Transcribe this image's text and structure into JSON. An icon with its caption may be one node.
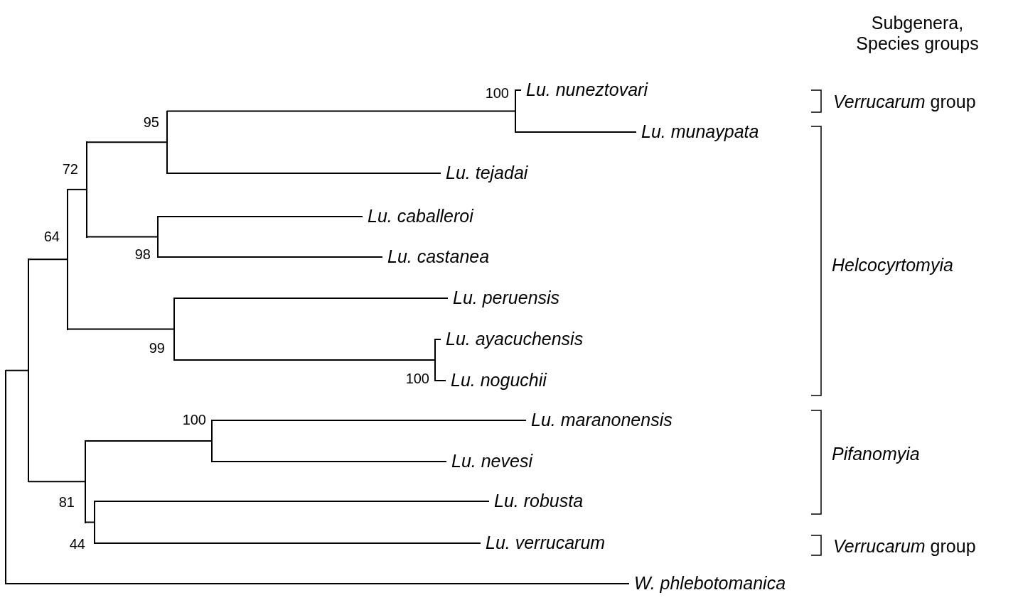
{
  "diagram": {
    "nodes": [
      {
        "text": [],
        "shape": "bar"
      },
      {
        "text": [],
        "shape": "bar"
      },
      {
        "text": [],
        "shape": "bar",
        "beside": [
          "64"
        ]
      },
      {
        "text": [],
        "shape": "bar",
        "beside": [
          "72"
        ]
      },
      {
        "text": [],
        "shape": "bar",
        "beside": [
          "95"
        ]
      },
      {
        "text": [],
        "shape": "bar",
        "beside": [
          "100"
        ]
      },
      {
        "text": [
          "Lu. nuneztovari"
        ]
      },
      {
        "text": [
          "Lu. munaypata"
        ]
      },
      {
        "text": [
          "Lu. tejadai"
        ]
      },
      {
        "text": [],
        "shape": "bar",
        "beside": [
          "98"
        ]
      },
      {
        "text": [
          "Lu. caballeroi"
        ]
      },
      {
        "text": [
          "Lu. castanea"
        ]
      },
      {
        "text": [],
        "shape": "bar",
        "beside": [
          "99"
        ]
      },
      {
        "text": [
          "Lu. peruensis"
        ]
      },
      {
        "text": [],
        "shape": "bar",
        "beside": [
          "100"
        ]
      },
      {
        "text": [
          "Lu. ayacuchensis"
        ]
      },
      {
        "text": [
          "Lu. noguchii"
        ]
      },
      {
        "text": [],
        "shape": "bar",
        "beside": [
          "81"
        ]
      },
      {
        "text": [],
        "shape": "bar",
        "beside": [
          "100"
        ]
      },
      {
        "text": [
          "Lu. maranonensis"
        ]
      },
      {
        "text": [
          "Lu. nevesi"
        ]
      },
      {
        "text": [],
        "shape": "bar",
        "beside": [
          "44"
        ]
      },
      {
        "text": [
          "Lu. robusta"
        ]
      },
      {
        "text": [
          "Lu. verrucarum"
        ]
      },
      {
        "text": [
          "W. phlebotomanica"
        ]
      }
    ],
    "edges": [
      {
        "from": 0,
        "to": 1,
        "arrow": "none"
      },
      {
        "from": 0,
        "to": 24,
        "arrow": "none"
      },
      {
        "from": 1,
        "to": 2,
        "arrow": "none"
      },
      {
        "from": 1,
        "to": 17,
        "arrow": "none"
      },
      {
        "from": 2,
        "to": 3,
        "arrow": "none"
      },
      {
        "from": 2,
        "to": 12,
        "arrow": "none"
      },
      {
        "from": 3,
        "to": 4,
        "arrow": "none"
      },
      {
        "from": 3,
        "to": 9,
        "arrow": "none"
      },
      {
        "from": 4,
        "to": 5,
        "arrow": "none"
      },
      {
        "from": 4,
        "to": 8,
        "arrow": "none"
      },
      {
        "from": 5,
        "to": 6,
        "arrow": "none"
      },
      {
        "from": 5,
        "to": 7,
        "arrow": "none"
      },
      {
        "from": 9,
        "to": 10,
        "arrow": "none"
      },
      {
        "from": 9,
        "to": 11,
        "arrow": "none"
      },
      {
        "from": 12,
        "to": 13,
        "arrow": "none"
      },
      {
        "from": 12,
        "to": 14,
        "arrow": "none"
      },
      {
        "from": 14,
        "to": 15,
        "arrow": "none"
      },
      {
        "from": 14,
        "to": 16,
        "arrow": "none"
      },
      {
        "from": 17,
        "to": 18,
        "arrow": "none"
      },
      {
        "from": 17,
        "to": 21,
        "arrow": "none"
      },
      {
        "from": 18,
        "to": 19,
        "arrow": "none"
      },
      {
        "from": 18,
        "to": 20,
        "arrow": "none"
      },
      {
        "from": 21,
        "to": 22,
        "arrow": "none"
      },
      {
        "from": 21,
        "to": 23,
        "arrow": "none"
      }
    ],
    "labels": [
      "Subgenera, Species groups",
      "*Verrucarum* group",
      "Helcocyrtomyia",
      "Pifanomyia",
      "*Verrucarum* group"
    ]
  }
}
